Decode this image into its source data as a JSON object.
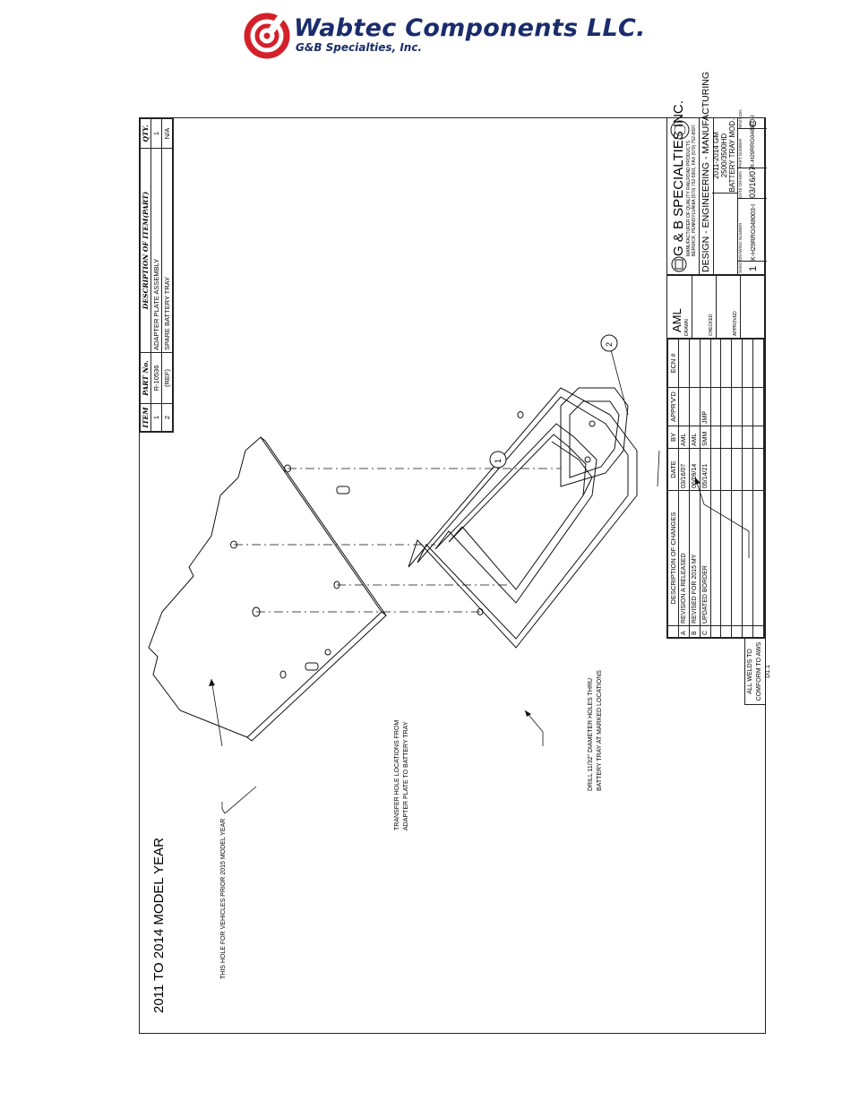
{
  "header": {
    "company": "Wabtec Components LLC.",
    "subsidiary": "G&B Specialties, Inc."
  },
  "drawing": {
    "model_year_title": "2011 TO 2014 MODEL YEAR",
    "callout_1": "1",
    "callout_2": "2",
    "note_hole": "THIS HOLE FOR VEHICLES PRIOR 2015 MODEL YEAR",
    "note_transfer_1": "TRANSFER HOLE LOCATIONS FROM",
    "note_transfer_2": "ADAPTER PLATE TO BATTERY TRAY",
    "note_drill_1": "DRILL 11/32\" DIAMETER HOLES THRU",
    "note_drill_2": "BATTERY TRAY AT MARKED LOCATIONS",
    "welds_1": "ALL WELDS TO",
    "welds_2": "COMFORM TO AWS D1.1"
  },
  "parts_list": {
    "headers": [
      "ITEM",
      "PART No.",
      "DESCRIPTION OF ITEM(PART)",
      "QTY."
    ],
    "rows": [
      [
        "1",
        "R-10536",
        "ADAPTER PLATE ASSEMBLY",
        "1"
      ],
      [
        "2",
        "(REF)",
        "SPARE BATTERY TRAY",
        "N/A"
      ]
    ]
  },
  "revisions": {
    "headers": [
      "",
      "DESCRIPTION OF CHANGES",
      "DATE",
      "BY",
      "APPR'V'D",
      "ECN #"
    ],
    "rows": [
      [
        "A",
        "REVISION A RELEASED",
        "03/16/07",
        "AML",
        "",
        ""
      ],
      [
        "B",
        "REVISED FOR 2015 MY",
        "06/09/14",
        "AML",
        "",
        ""
      ],
      [
        "C",
        "UPDATED BORDER",
        "05/14/21",
        "SMM",
        "JMP",
        ""
      ]
    ]
  },
  "approvals": {
    "drawn_by": "AML",
    "drawn_label": "DRAWN",
    "checked_label": "CHECKED",
    "approved_label": "APPROVED"
  },
  "title_block": {
    "company": "G & B SPECIALTIES INC.",
    "tagline": "MANUFACTURER OF QUALITY RAILROAD PRODUCTS",
    "address": "BERWICK, PENNSYLVANIA (570) 752-5901, FAX (570) 752-8597",
    "discipline": "DESIGN - ENGINEERING - MANUFACTURING",
    "title_1": "2011-2014 GM",
    "title_2": "2500/3500HD",
    "title_3": "BATTERY TRAY MOD.",
    "part_number_label": "PART NUMBER",
    "part_number": "K-H29RRG048003-I",
    "revision_label": "REVISION",
    "revision": "C",
    "drawing_number_label": "DRAWING NUMBER",
    "drawing_number": "K-H29RRG048003-I",
    "date_drawn_label": "DATE DRAWN",
    "date_drawn": "03/16/07",
    "sheet_label": "SHEET",
    "sheet": "1"
  },
  "colors": {
    "logo_red": "#d4202a",
    "logo_navy": "#1a2c6b"
  }
}
